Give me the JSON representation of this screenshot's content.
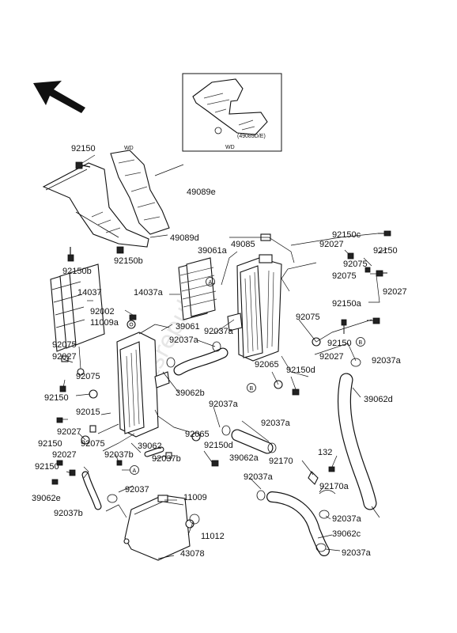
{
  "diagram": {
    "labels": {
      "l49089e": "49089e",
      "l49089d": "49089d",
      "l92150_top": "92150",
      "l92150b_a": "92150b",
      "l92150b_b": "92150b",
      "l14037": "14037",
      "l14037a": "14037a",
      "l92002": "92002",
      "l11009a": "11009a",
      "l39061": "39061",
      "l39061a": "39061a",
      "l49085": "49085",
      "l92037a_1": "92037a",
      "l92037a_2": "92037a",
      "l92075_1": "92075",
      "l92027_1": "92027",
      "l92075_2": "92075",
      "l39062b": "39062b",
      "l92150_2": "92150",
      "l92015": "92015",
      "l92027_2": "92027",
      "l92150_3": "92150",
      "l92075_3": "92075",
      "l92027_3": "92027",
      "l92150_4": "92150",
      "l39062e": "39062e",
      "l92037b_1": "92037b",
      "l92037b_2": "92037b",
      "l92037b_3": "92037b",
      "l39062": "39062",
      "l92037": "92037",
      "l43078": "43078",
      "l11009": "11009",
      "l11012": "11012",
      "l92065_1": "92065",
      "l92037a_3": "92037a",
      "l92037a_4": "92037a",
      "l92150d_1": "92150d",
      "l39062a": "39062a",
      "l92065_2": "92065",
      "l92075_4": "92075",
      "l92027_4": "92027",
      "l92150d_2": "92150d",
      "l92150_5": "92150",
      "l92037a_5": "92037a",
      "l39062d": "39062d",
      "l92150c": "92150c",
      "l92027_5": "92027",
      "l92150_6": "92150",
      "l92075_5": "92075",
      "l92075_6": "92075",
      "l92027_6": "92027",
      "l92150a": "92150a",
      "l92170": "92170",
      "l132": "132",
      "l92170a": "92170a",
      "l92037a_6": "92037a",
      "l39062c": "39062c",
      "l92037a_7": "92037a",
      "l92037a_8": "92037a",
      "wd_1": "WD",
      "wd_2": "WD",
      "inset_code": "(49089D/E)",
      "circle_a1": "A",
      "circle_a2": "A",
      "circle_b1": "B",
      "circle_b2": "B",
      "watermark": "Partsrepublik"
    }
  }
}
